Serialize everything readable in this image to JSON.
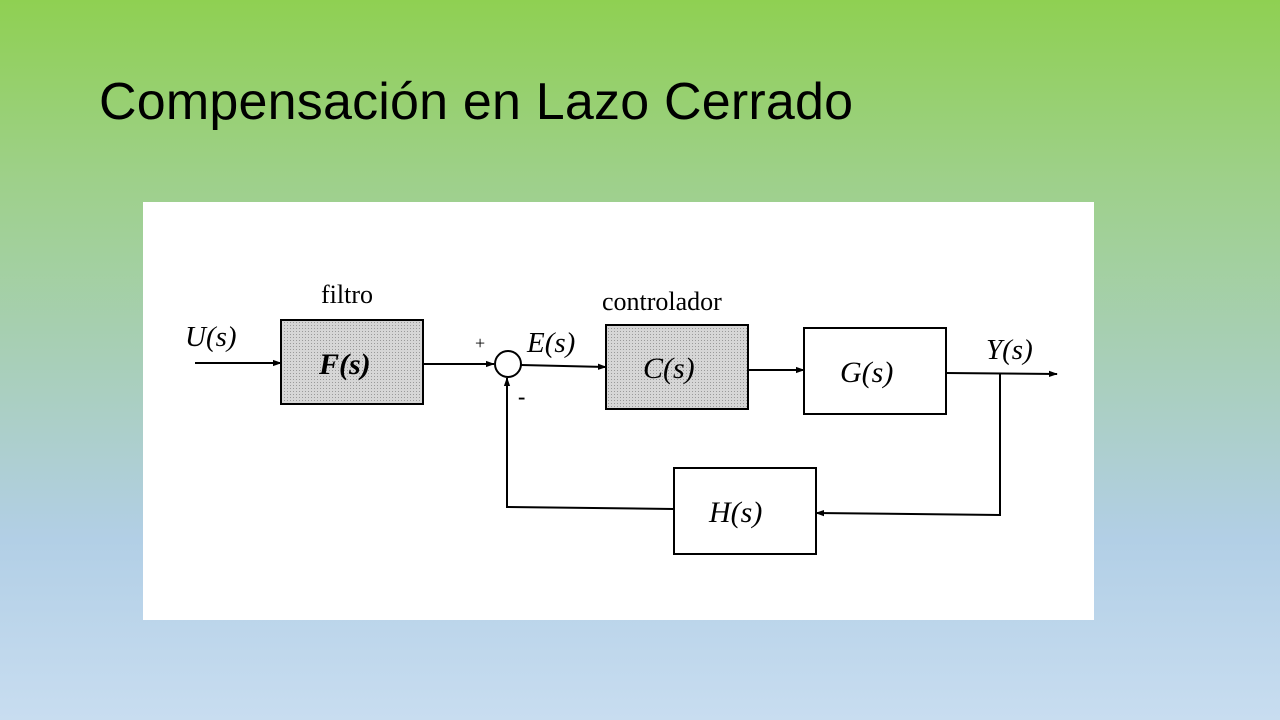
{
  "slide": {
    "title": "Compensación en Lazo Cerrado"
  },
  "diagram": {
    "input_signal": "U(s)",
    "output_signal": "Y(s)",
    "error_signal": "E(s)",
    "sum_plus": "+",
    "sum_minus": "-",
    "blocks": {
      "filter": {
        "caption": "filtro",
        "label": "F(s)"
      },
      "controller": {
        "caption": "controlador",
        "label": "C(s)"
      },
      "plant": {
        "label": "G(s)"
      },
      "feedback": {
        "label": "H(s)"
      }
    },
    "colors": {
      "shaded_block": "#cfcfcf",
      "line": "#000000"
    }
  }
}
